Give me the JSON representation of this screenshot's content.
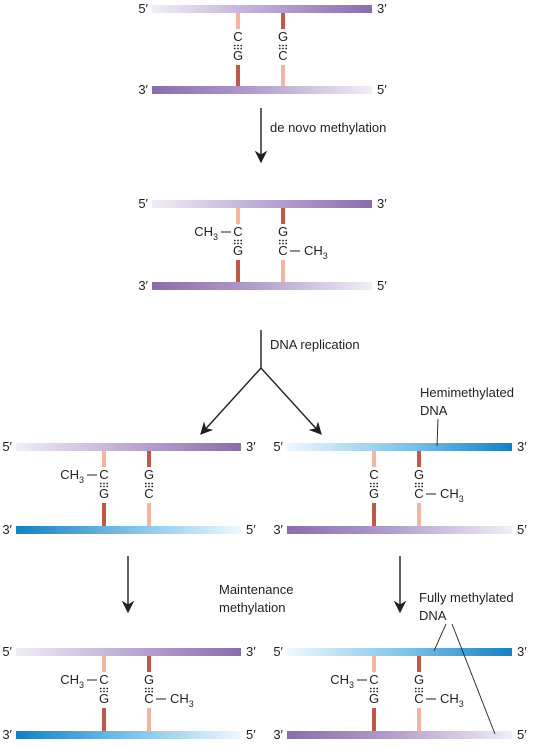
{
  "ends": {
    "five": "5′",
    "three": "3′"
  },
  "bases": {
    "c": "C",
    "g": "G"
  },
  "methyl": {
    "ch": "CH",
    "sub": "3"
  },
  "steps": {
    "de_novo": "de novo methylation",
    "replication": "DNA replication",
    "maintenance_line1": "Maintenance",
    "maintenance_line2": "methylation"
  },
  "callouts": {
    "hemi_line1": "Hemimethylated",
    "hemi_line2": "DNA",
    "full_line1": "Fully methylated",
    "full_line2": "DNA"
  },
  "colors": {
    "purple": "#8c6fae",
    "purple_light": "#ece6f3",
    "blue": "#1782c4",
    "blue_light": "#e6f3fb",
    "rung_light": "#f2b6a0",
    "rung_dark": "#c0584a",
    "arrow": "#231f20"
  }
}
